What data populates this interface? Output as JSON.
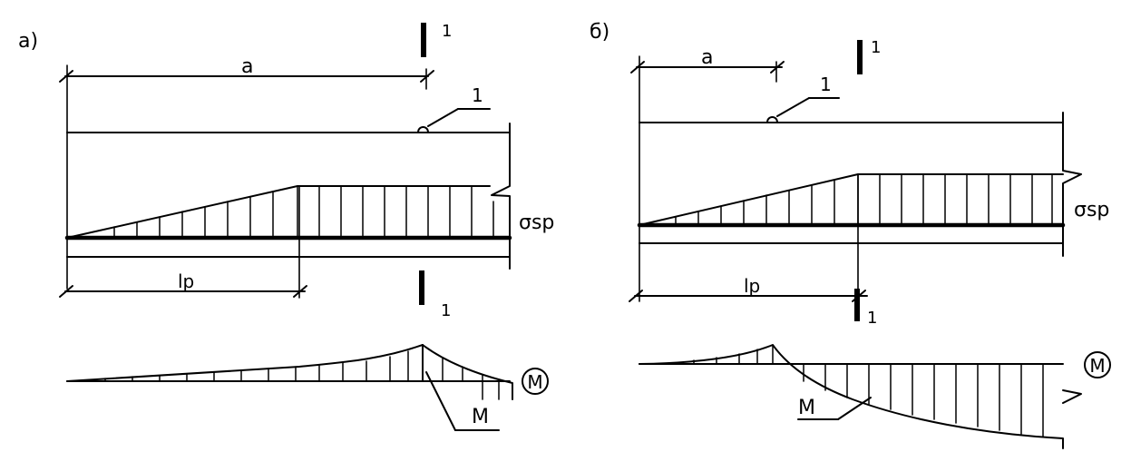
{
  "panel_a": {
    "label": "а)",
    "dim_a": "a",
    "dim_lp": "lp",
    "section_top": "1",
    "section_bottom": "1",
    "leader": "1",
    "stress": "σsp",
    "moment_leader": "M",
    "moment_circle": "M"
  },
  "panel_b": {
    "label": "б)",
    "dim_a": "a",
    "dim_lp": "lp",
    "section_top": "1",
    "section_bottom": "1",
    "leader": "1",
    "stress": "σsp",
    "moment_leader": "M",
    "moment_circle": "M"
  }
}
